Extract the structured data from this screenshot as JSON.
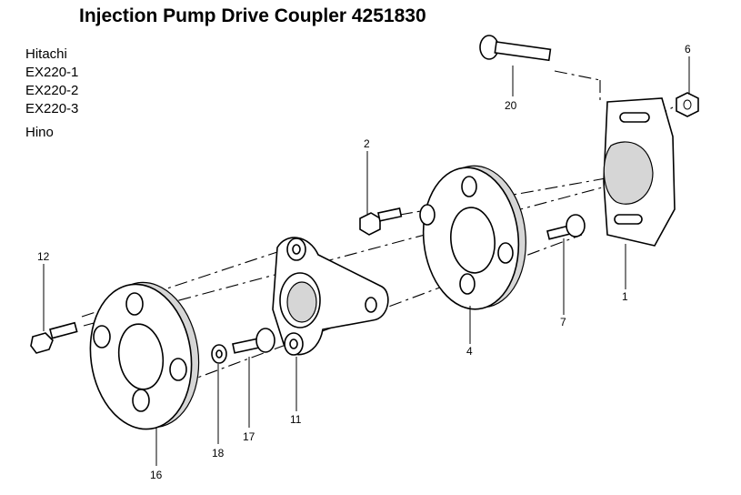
{
  "title": "Injection Pump Drive Coupler 4251830",
  "models": {
    "brand": "Hitachi",
    "list": [
      "EX220-1",
      "EX220-2",
      "EX220-3"
    ],
    "engine": "Hino"
  },
  "callouts": {
    "c1": "1",
    "c2": "2",
    "c4": "4",
    "c6": "6",
    "c7": "7",
    "c11": "11",
    "c12": "12",
    "c16": "16",
    "c17": "17",
    "c18": "18",
    "c20": "20"
  }
}
